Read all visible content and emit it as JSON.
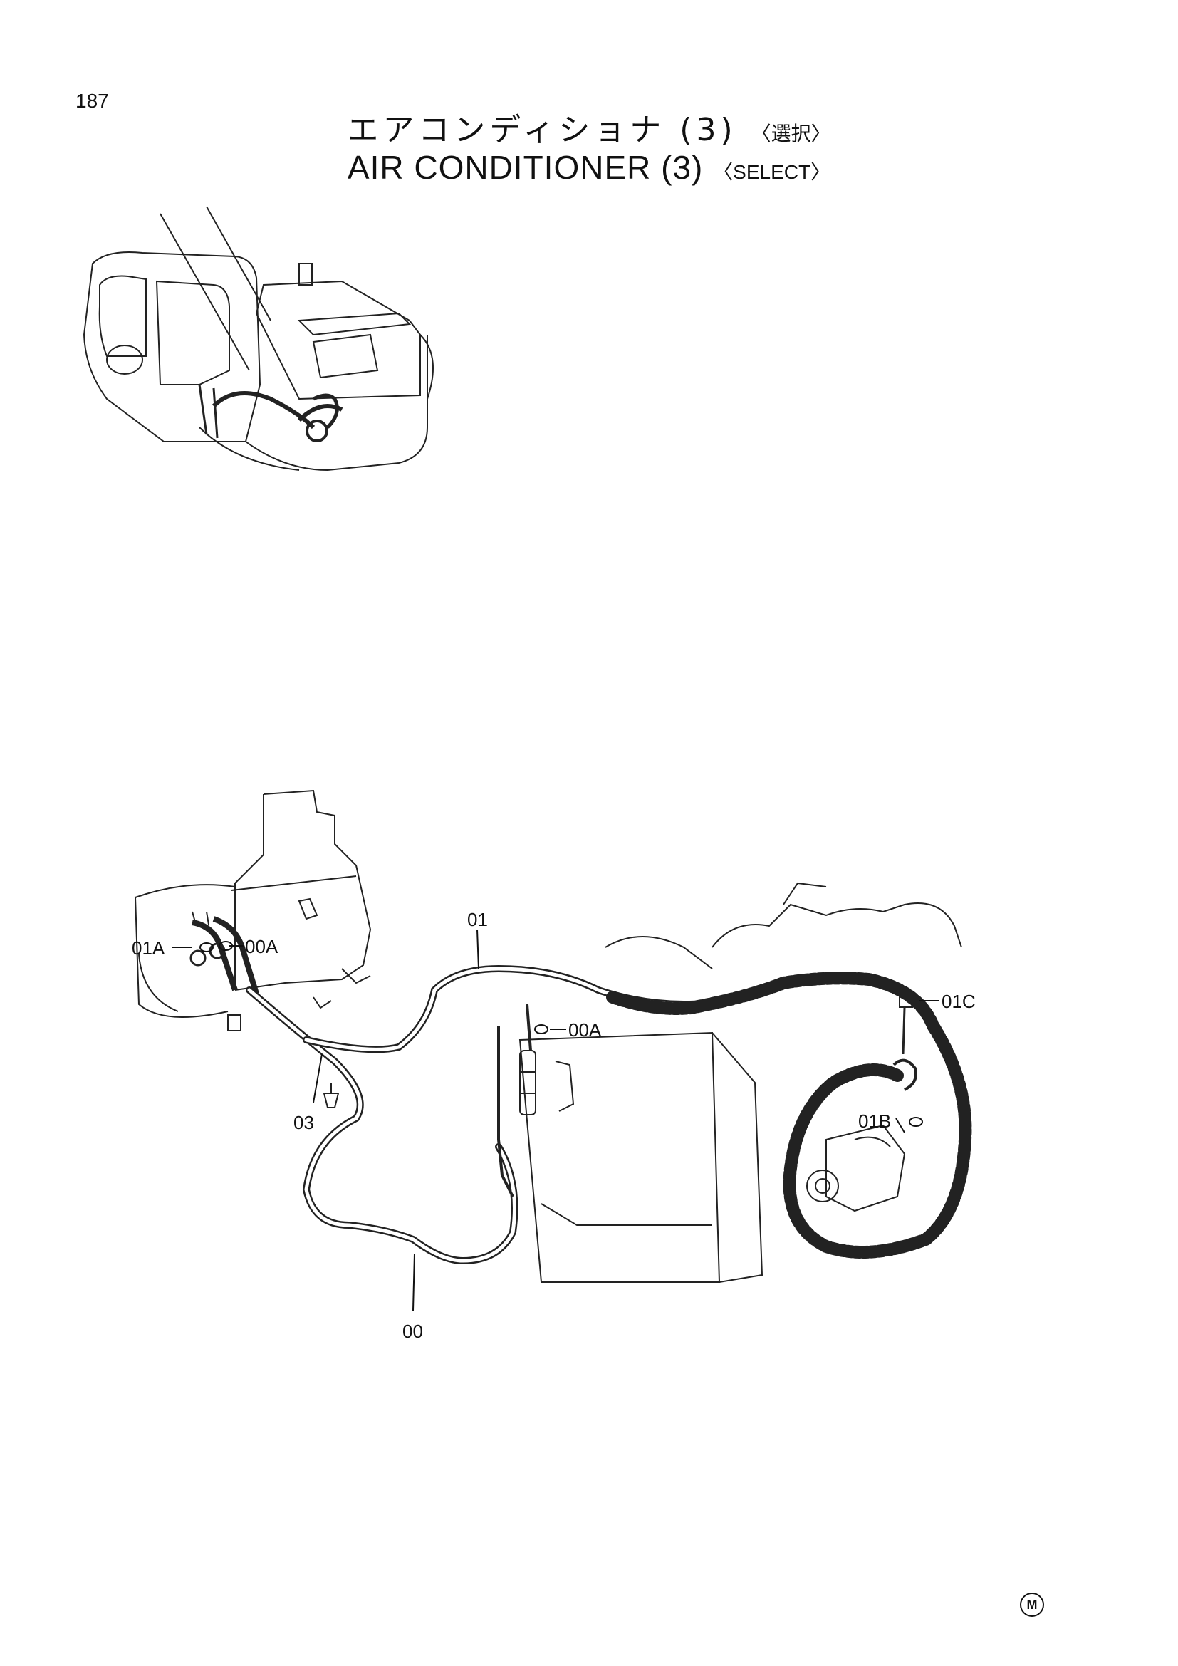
{
  "page": {
    "number": "187",
    "title_jp": "エアコンディショナ (3)",
    "title_jp_tag": "〈選択〉",
    "title_en": "AIR CONDITIONER (3)",
    "title_en_tag": "〈SELECT〉",
    "corner_mark": "M"
  },
  "diagram": {
    "callouts": [
      {
        "id": "01A",
        "label": "01A"
      },
      {
        "id": "00A-left",
        "label": "00A"
      },
      {
        "id": "01",
        "label": "01"
      },
      {
        "id": "00A-mid",
        "label": "00A"
      },
      {
        "id": "01C",
        "label": "01C"
      },
      {
        "id": "01B",
        "label": "01B"
      },
      {
        "id": "03",
        "label": "03"
      },
      {
        "id": "00",
        "label": "00"
      }
    ]
  }
}
